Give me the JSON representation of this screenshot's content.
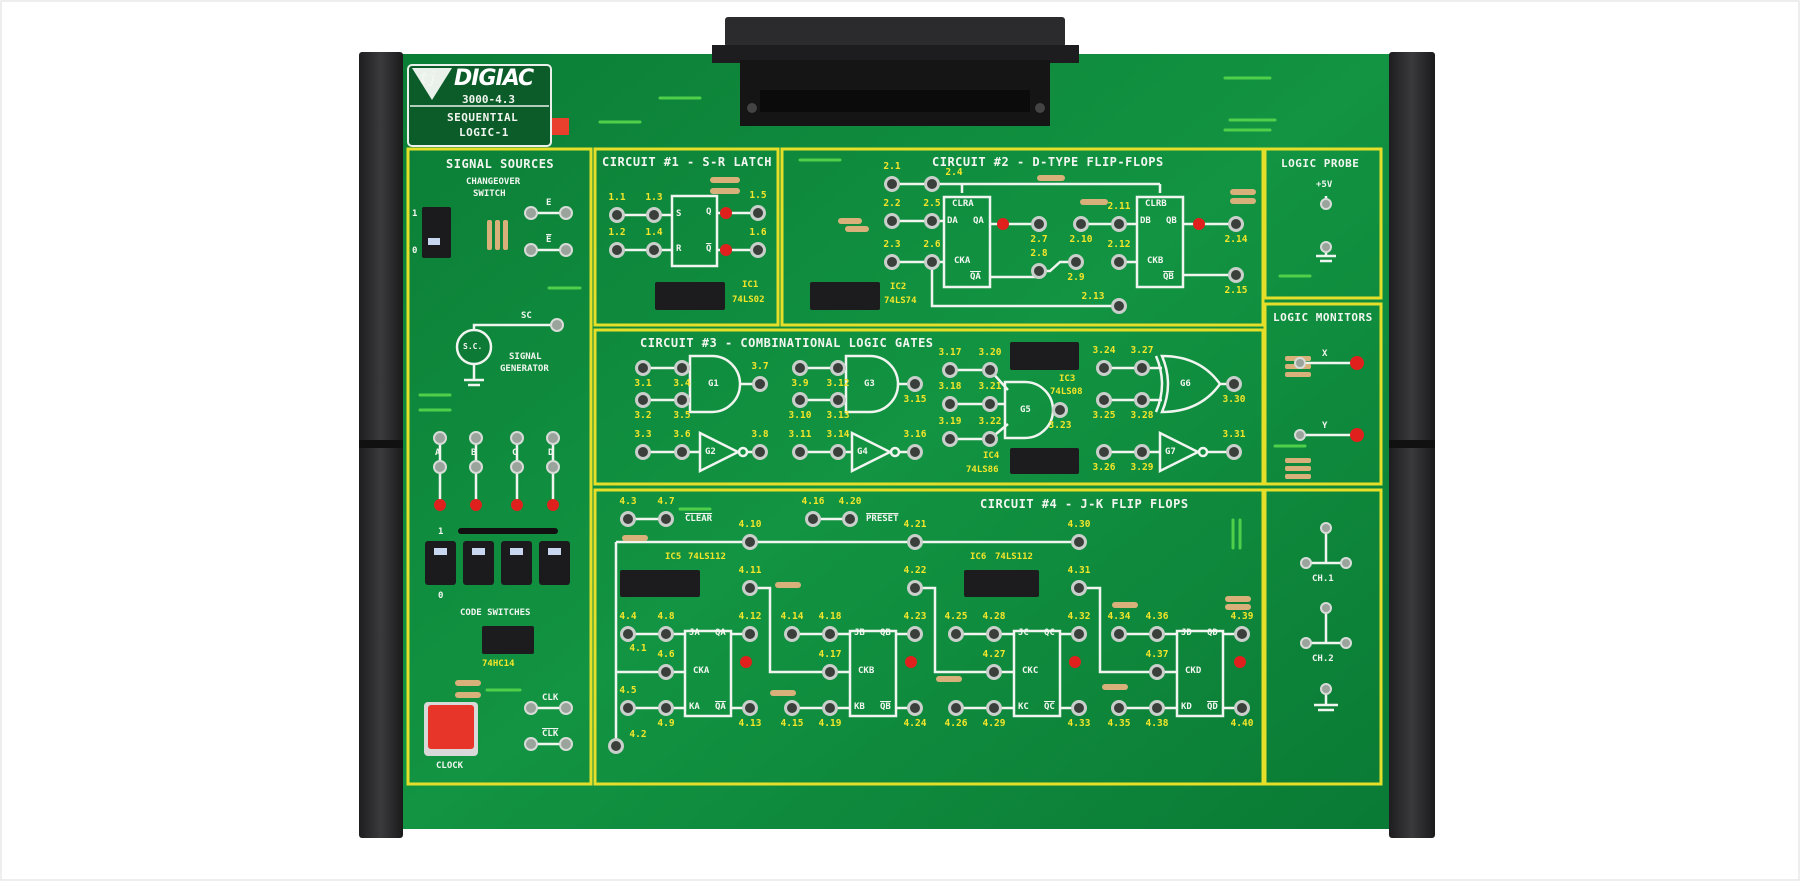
{
  "logo": {
    "brand": "DIGIAC",
    "emblem": "tj",
    "model": "3000-4.3",
    "module_line1": "SEQUENTIAL",
    "module_line2": "LOGIC-1"
  },
  "sections": {
    "signal_sources": {
      "title": "SIGNAL SOURCES",
      "changeover_line1": "CHANGEOVER",
      "changeover_line2": "SWITCH",
      "pos_1": "1",
      "pos_0": "0",
      "e": "E",
      "e_bar": "E",
      "sc": "SC",
      "sc_circle": "S.C.",
      "gen_line1": "SIGNAL",
      "gen_line2": "GENERATOR",
      "toggles": [
        "A",
        "B",
        "C",
        "D"
      ],
      "code_1": "1",
      "code_0": "0",
      "code_switches": "CODE SWITCHES",
      "ic": "74HC14",
      "clk": "CLK",
      "clk_bar": "CLK",
      "clock": "CLOCK"
    },
    "circuit1": {
      "title": "CIRCUIT #1 - S-R LATCH",
      "pins": [
        "S",
        "R",
        "Q",
        "Q"
      ],
      "ic_name": "IC1",
      "ic_part": "74LS02"
    },
    "circuit2": {
      "title": "CIRCUIT #2 - D-TYPE FLIP-FLOPS",
      "ff_a": [
        "CLRA",
        "DA",
        "QA",
        "CKA",
        "QA"
      ],
      "ff_b": [
        "CLRB",
        "DB",
        "QB",
        "CKB",
        "QB"
      ],
      "ic_name": "IC2",
      "ic_part": "74LS74"
    },
    "circuit3": {
      "title": "CIRCUIT #3 - COMBINATIONAL LOGIC GATES",
      "gates": [
        "G1",
        "G2",
        "G3",
        "G4",
        "G5",
        "G6",
        "G7"
      ],
      "ic3_name": "IC3",
      "ic3_part": "74LS08",
      "ic4_name": "IC4",
      "ic4_part": "74LS86"
    },
    "circuit4": {
      "title": "CIRCUIT #4 - J-K FLIP FLOPS",
      "clear": "CLEAR",
      "preset": "PRESET",
      "ic5_name": "IC5",
      "ic5_part": "74LS112",
      "ic6_name": "IC6",
      "ic6_part": "74LS112",
      "ff": [
        [
          "JA",
          "QA",
          "CKA",
          "KA",
          "QA"
        ],
        [
          "JB",
          "QB",
          "CKB",
          "KB",
          "QB"
        ],
        [
          "JC",
          "QC",
          "CKC",
          "KC",
          "QC"
        ],
        [
          "JD",
          "QD",
          "CKD",
          "KD",
          "QD"
        ]
      ]
    },
    "logic_probe": {
      "title": "LOGIC PROBE",
      "vcc": "+5V"
    },
    "logic_monitors": {
      "title": "LOGIC MONITORS",
      "x": "X",
      "y": "Y"
    },
    "channels": {
      "ch1": "CH.1",
      "ch2": "CH.2"
    }
  },
  "terminals": [
    "1.1",
    "1.3",
    "1.2",
    "1.4",
    "1.5",
    "1.6",
    "2.1",
    "2.4",
    "2.2",
    "2.5",
    "2.3",
    "2.6",
    "2.7",
    "2.8",
    "2.9",
    "2.10",
    "2.11",
    "2.12",
    "2.13",
    "2.14",
    "2.15",
    "3.1",
    "3.4",
    "3.2",
    "3.5",
    "3.7",
    "3.3",
    "3.6",
    "3.8",
    "3.9",
    "3.12",
    "3.10",
    "3.13",
    "3.15",
    "3.11",
    "3.14",
    "3.16",
    "3.17",
    "3.20",
    "3.18",
    "3.21",
    "3.19",
    "3.22",
    "3.23",
    "3.24",
    "3.27",
    "3.25",
    "3.28",
    "3.30",
    "3.26",
    "3.29",
    "3.31",
    "4.3",
    "4.7",
    "4.16",
    "4.20",
    "4.10",
    "4.21",
    "4.30",
    "4.11",
    "4.22",
    "4.31",
    "4.4",
    "4.8",
    "4.1",
    "4.6",
    "4.5",
    "4.9",
    "4.12",
    "4.13",
    "4.2",
    "4.14",
    "4.18",
    "4.17",
    "4.15",
    "4.19",
    "4.23",
    "4.24",
    "4.25",
    "4.28",
    "4.27",
    "4.26",
    "4.29",
    "4.32",
    "4.33",
    "4.34",
    "4.36",
    "4.37",
    "4.35",
    "4.38",
    "4.39",
    "4.40"
  ],
  "colors": {
    "board": "#0e8c3c",
    "frame": "#e6df2a",
    "label": "#f3e62a",
    "led": "#e0201c",
    "rail": "#2a2a2c"
  }
}
